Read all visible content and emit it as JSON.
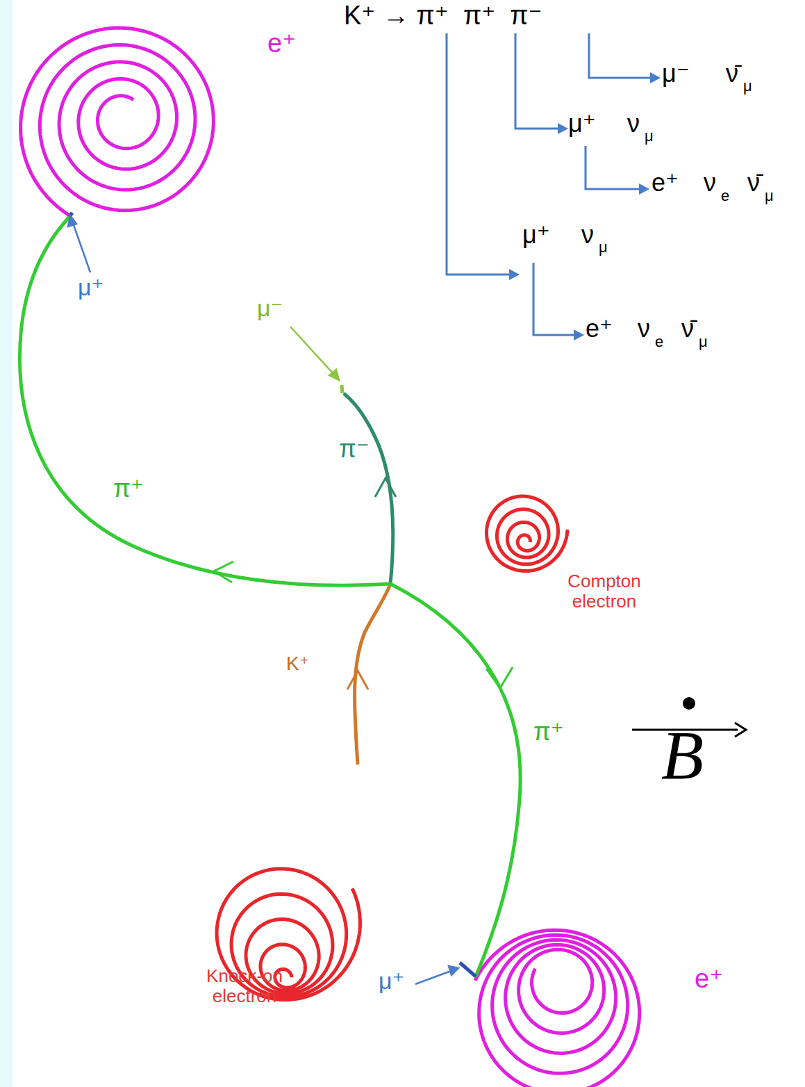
{
  "diagram": {
    "labels": [
      "K⁺ → π⁺  π⁺  π⁻",
      "μ⁻",
      "ν̄",
      "μ",
      "μ⁺",
      "ν",
      "μ",
      "e⁺",
      "ν",
      "e",
      "ν̄",
      "μ",
      "μ⁺",
      "ν",
      "μ",
      "e⁺",
      "ν",
      "e",
      "ν̄",
      "μ",
      "e⁺",
      "μ⁺",
      "μ⁻",
      "π⁻",
      "π⁺",
      "Compton electron",
      "K⁺",
      "π⁺",
      "Knock-on electron",
      "μ⁺",
      "e⁺",
      "B"
    ]
  }
}
